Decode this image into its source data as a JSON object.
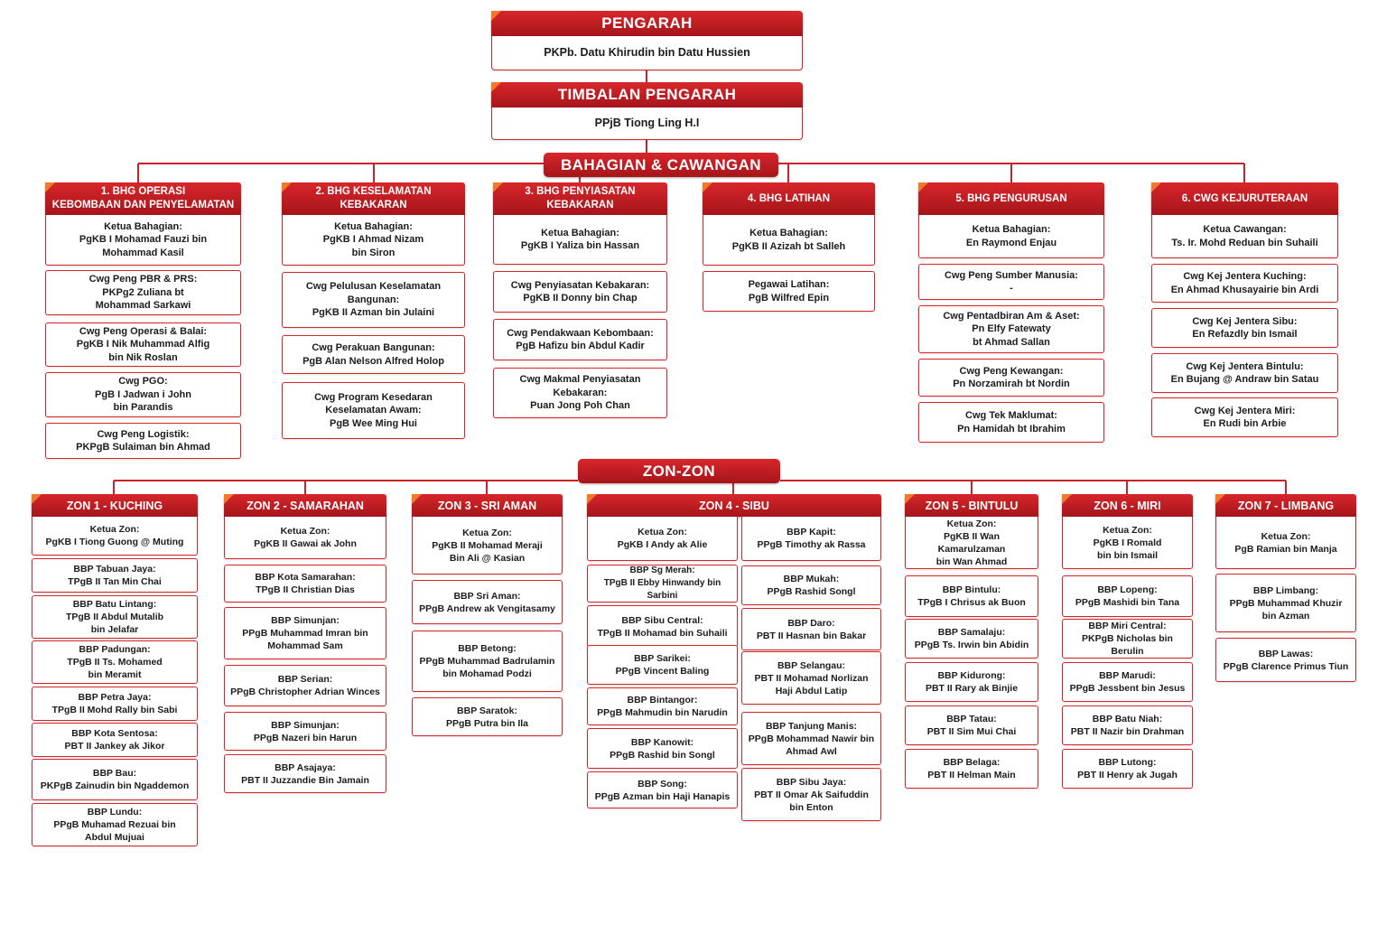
{
  "director": {
    "title": "PENGARAH",
    "name": "PKPb. Datu Khirudin bin Datu Hussien"
  },
  "deputy": {
    "title": "TIMBALAN PENGARAH",
    "name": "PPjB Tiong Ling H.I"
  },
  "divisions_banner": "BAHAGIAN & CAWANGAN",
  "zones_banner": "ZON-ZON",
  "divisions": [
    {
      "title": "1. BHG OPERASI\nKEBOMBAAN DAN PENYELAMATAN",
      "head": "Ketua Bahagian:\nPgKB I Mohamad Fauzi bin\nMohammad Kasil",
      "units": [
        "Cwg Peng PBR & PRS:\nPKPg2 Zuliana bt\nMohammad Sarkawi",
        "Cwg Peng Operasi & Balai:\nPgKB I Nik Muhammad Alfig\nbin Nik Roslan",
        "Cwg PGO:\nPgB I Jadwan i John\nbin Parandis",
        "Cwg Peng Logistik:\nPKPgB Sulaiman bin Ahmad"
      ]
    },
    {
      "title": "2. BHG KESELAMATAN\nKEBAKARAN",
      "head": "Ketua Bahagian:\nPgKB I Ahmad Nizam\nbin Siron",
      "units": [
        "Cwg Pelulusan Keselamatan\nBangunan:\nPgKB II Azman bin Julaini",
        "Cwg Perakuan Bangunan:\nPgB Alan Nelson Alfred Holop",
        "Cwg Program Kesedaran\nKeselamatan Awam:\nPgB Wee Ming Hui"
      ]
    },
    {
      "title": "3. BHG PENYIASATAN\nKEBAKARAN",
      "head": "Ketua Bahagian:\nPgKB I Yaliza bin Hassan",
      "units": [
        "Cwg Penyiasatan Kebakaran:\nPgKB II Donny bin Chap",
        "Cwg Pendakwaan Kebombaan:\nPgB Hafizu bin Abdul Kadir",
        "Cwg Makmal Penyiasatan\nKebakaran:\nPuan Jong Poh Chan"
      ]
    },
    {
      "title": "4. BHG LATIHAN",
      "head": "Ketua Bahagian:\nPgKB II Azizah bt Salleh",
      "units": [
        "Pegawai Latihan:\nPgB Wilfred Epin"
      ]
    },
    {
      "title": "5. BHG PENGURUSAN",
      "head": "Ketua Bahagian:\nEn Raymond Enjau",
      "units": [
        "Cwg Peng Sumber Manusia:\n-",
        "Cwg Pentadbiran Am & Aset:\nPn Elfy Fatewaty\nbt Ahmad Sallan",
        "Cwg Peng Kewangan:\nPn Norzamirah bt Nordin",
        "Cwg Tek Maklumat:\nPn Hamidah bt Ibrahim"
      ]
    },
    {
      "title": "6. CWG KEJURUTERAAN",
      "head": "Ketua Cawangan:\nTs. Ir. Mohd Reduan bin Suhaili",
      "units": [
        "Cwg Kej Jentera Kuching:\nEn Ahmad Khusayairie bin Ardi",
        "Cwg Kej Jentera Sibu:\nEn Refazdly bin Ismail",
        "Cwg Kej Jentera Bintulu:\nEn Bujang @ Andraw bin Satau",
        "Cwg Kej Jentera Miri:\nEn Rudi bin Arbie"
      ]
    }
  ],
  "zones": [
    {
      "title": "ZON 1 - KUCHING",
      "head": "Ketua Zon:\nPgKB I Tiong Guong @ Muting",
      "stations": [
        "BBP Tabuan Jaya:\nTPgB II Tan Min Chai",
        "BBP Batu Lintang:\nTPgB II Abdul Mutalib\nbin Jelafar",
        "BBP Padungan:\nTPgB II Ts. Mohamed\nbin Meramit",
        "BBP Petra Jaya:\nTPgB II Mohd Rally bin Sabi",
        "BBP Kota Sentosa:\nPBT II Jankey ak Jikor",
        "BBP Bau:\nPKPgB Zainudin bin Ngaddemon",
        "BBP Lundu:\nPPgB Muhamad Rezuai bin\nAbdul Mujuai"
      ]
    },
    {
      "title": "ZON 2 - SAMARAHAN",
      "head": "Ketua Zon:\nPgKB II Gawai ak John",
      "stations": [
        "BBP Kota Samarahan:\nTPgB II Christian Dias",
        "BBP Simunjan:\nPPgB Muhammad Imran bin\nMohammad Sam",
        "BBP Serian:\nPPgB Christopher Adrian Winces",
        "BBP Simunjan:\nPPgB Nazeri bin Harun",
        "BBP Asajaya:\nPBT II Juzzandie Bin Jamain"
      ]
    },
    {
      "title": "ZON 3 - SRI AMAN",
      "head": "Ketua Zon:\nPgKB II Mohamad Meraji\nBin Ali @ Kasian",
      "stations": [
        "BBP Sri Aman:\nPPgB Andrew ak Vengitasamy",
        "BBP Betong:\nPPgB Muhammad Badrulamin\nbin Mohamad Podzi",
        "BBP Saratok:\nPPgB Putra bin Ila"
      ]
    },
    {
      "title": "ZON 4 - SIBU",
      "head": "Ketua Zon:\nPgKB I Andy ak Alie",
      "stations_left": [
        "BBP Sg Merah:\nTPgB II Ebby Hinwandy bin Sarbini",
        "BBP Sibu Central:\nTPgB II Mohamad bin Suhaili",
        "BBP Sarikei:\nPPgB Vincent Baling",
        "BBP Bintangor:\nPPgB Mahmudin bin Narudin",
        "BBP Kanowit:\nPPgB Rashid bin Songl",
        "BBP Song:\nPPgB Azman bin Haji Hanapis"
      ],
      "stations_right": [
        "BBP Kapit:\nPPgB Timothy ak Rassa",
        "BBP Mukah:\nPPgB Rashid Songl",
        "BBP Daro:\nPBT II Hasnan bin Bakar",
        "BBP Selangau:\nPBT II Mohamad Norlizan\nHaji Abdul Latip",
        "BBP Tanjung Manis:\nPPgB Mohammad Nawir bin\nAhmad Awl",
        "BBP Sibu Jaya:\nPBT II Omar Ak Saifuddin\nbin Enton"
      ]
    },
    {
      "title": "ZON 5 - BINTULU",
      "head": "Ketua Zon:\nPgKB II Wan Kamarulzaman\nbin Wan Ahmad",
      "stations": [
        "BBP Bintulu:\nTPgB I Chrisus ak Buon",
        "BBP Samalaju:\nPPgB Ts. Irwin bin Abidin",
        "BBP Kidurong:\nPBT II Rary ak Binjie",
        "BBP Tatau:\nPBT II Sim Mui Chai",
        "BBP Belaga:\nPBT II Helman Main"
      ]
    },
    {
      "title": "ZON 6 - MIRI",
      "head": "Ketua Zon:\nPgKB I Romald\nbin bin Ismail",
      "stations": [
        "BBP Lopeng:\nPPgB Mashidi bin Tana",
        "BBP Miri Central:\nPKPgB Nicholas bin Berulin",
        "BBP Marudi:\nPPgB Jessbent bin Jesus",
        "BBP Batu Niah:\nPBT II Nazir bin Drahman",
        "BBP Lutong:\nPBT II Henry ak Jugah"
      ]
    },
    {
      "title": "ZON 7 - LIMBANG",
      "head": "Ketua Zon:\nPgB Ramian bin Manja",
      "stations": [
        "BBP Limbang:\nPPgB Muhammad Khuzir\nbin Azman",
        "BBP Lawas:\nPPgB Clarence Primus Tiun"
      ]
    }
  ]
}
